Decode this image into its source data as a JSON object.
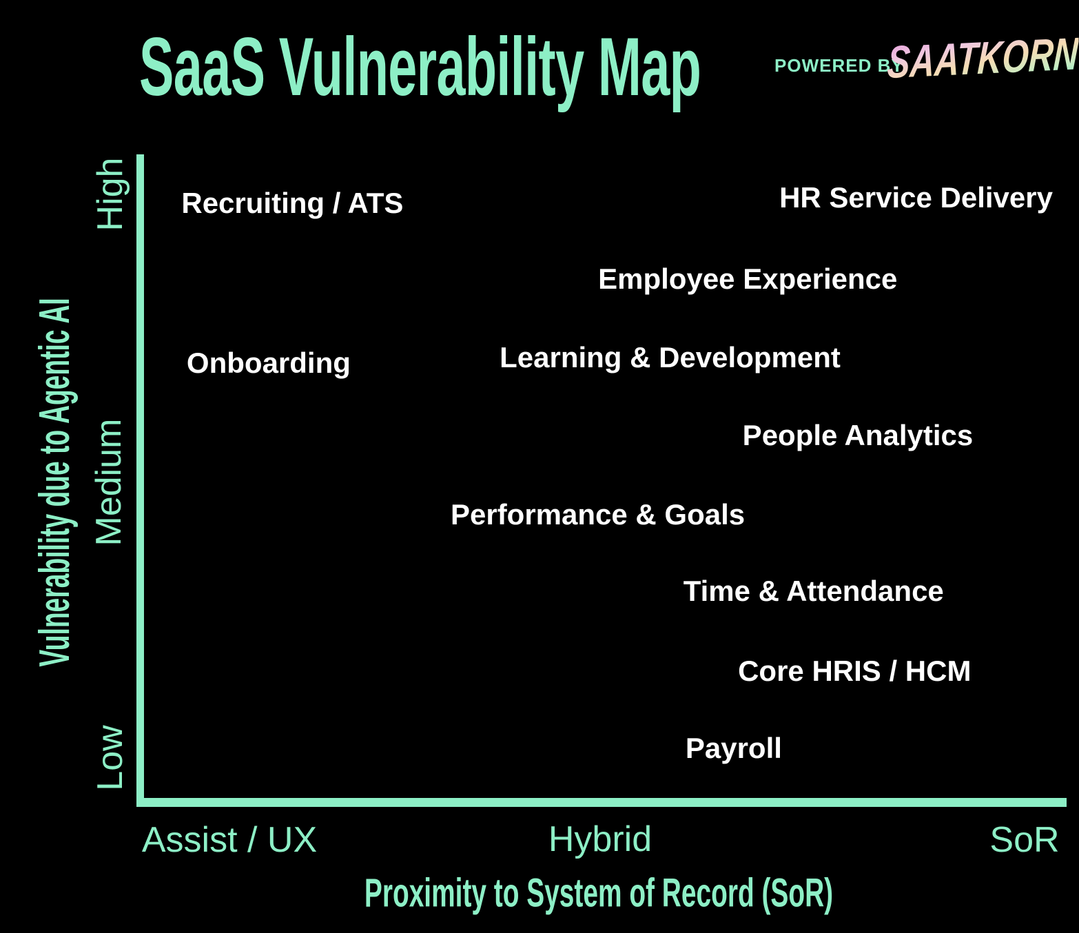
{
  "header": {
    "title": "SaaS Vulnerability Map",
    "powered_by": "POWERED BY",
    "brand": "SAATKORN"
  },
  "colors": {
    "background": "#000000",
    "accent_mint": "#8DEFC6",
    "point_label_white": "#FFFFFF",
    "brand_gradient_top": "#E7A2DD",
    "brand_gradient_mid": "#F6DCB4",
    "brand_gradient_bottom": "#96ECC8"
  },
  "axes": {
    "y_title": "Vulnerability due to Agentic AI",
    "y_ticks": [
      "High",
      "Medium",
      "Low"
    ],
    "x_title": "Proximity to System of Record (SoR)",
    "x_ticks": [
      "Assist / UX",
      "Hybrid",
      "SoR"
    ]
  },
  "chart_data": {
    "type": "scatter",
    "title": "SaaS Vulnerability Map",
    "xlabel": "Proximity to System of Record (SoR)",
    "ylabel": "Vulnerability due to Agentic AI",
    "x_tick_labels": [
      "Assist / UX",
      "Hybrid",
      "SoR"
    ],
    "y_tick_labels_top_to_bottom": [
      "High",
      "Medium",
      "Low"
    ],
    "x_range": [
      0,
      1
    ],
    "y_range": [
      0,
      1
    ],
    "grid": false,
    "legend": false,
    "points": [
      {
        "label": "Recruiting / ATS",
        "proximity_to_sor": 0.17,
        "vulnerability": 0.93,
        "x_pct": 27.1,
        "y_pct": 21.8
      },
      {
        "label": "HR Service Delivery",
        "proximity_to_sor": 0.84,
        "vulnerability": 0.94,
        "x_pct": 84.9,
        "y_pct": 21.2
      },
      {
        "label": "Employee Experience",
        "proximity_to_sor": 0.66,
        "vulnerability": 0.81,
        "x_pct": 69.3,
        "y_pct": 29.9
      },
      {
        "label": "Learning & Development",
        "proximity_to_sor": 0.57,
        "vulnerability": 0.69,
        "x_pct": 62.1,
        "y_pct": 38.3
      },
      {
        "label": "Onboarding",
        "proximity_to_sor": 0.14,
        "vulnerability": 0.68,
        "x_pct": 24.9,
        "y_pct": 38.9
      },
      {
        "label": "People Analytics",
        "proximity_to_sor": 0.78,
        "vulnerability": 0.57,
        "x_pct": 79.5,
        "y_pct": 46.7
      },
      {
        "label": "Performance & Goals",
        "proximity_to_sor": 0.5,
        "vulnerability": 0.45,
        "x_pct": 55.4,
        "y_pct": 55.2
      },
      {
        "label": "Time & Attendance",
        "proximity_to_sor": 0.73,
        "vulnerability": 0.33,
        "x_pct": 75.4,
        "y_pct": 63.4
      },
      {
        "label": "Core HRIS / HCM",
        "proximity_to_sor": 0.77,
        "vulnerability": 0.2,
        "x_pct": 79.2,
        "y_pct": 71.9
      },
      {
        "label": "Payroll",
        "proximity_to_sor": 0.64,
        "vulnerability": 0.09,
        "x_pct": 68.0,
        "y_pct": 80.2
      }
    ]
  }
}
